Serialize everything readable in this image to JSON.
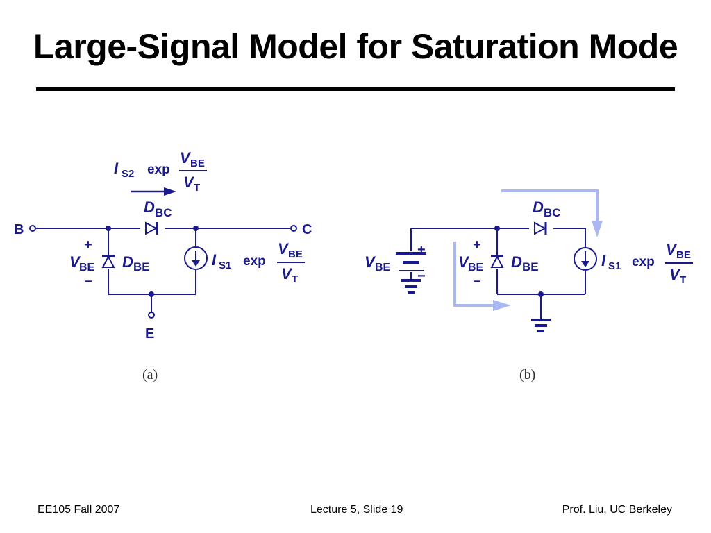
{
  "slide": {
    "title": "Large-Signal Model for Saturation Mode"
  },
  "footer": {
    "left": "EE105 Fall 2007",
    "center": "Lecture 5, Slide 19",
    "right": "Prof. Liu, UC Berkeley"
  },
  "circuit_a": {
    "node_b": "B",
    "node_c": "C",
    "node_e": "E",
    "is2_sym": "I",
    "is2_sub": "S2",
    "exp_text": "exp",
    "vbe_num": "V",
    "vbe_num_sub": "BE",
    "vt_den": "V",
    "vt_den_sub": "T",
    "dbc_sym": "D",
    "dbc_sub": "BC",
    "dbe_sym": "D",
    "dbe_sub": "BE",
    "vbe_sym": "V",
    "vbe_sub": "BE",
    "plus": "+",
    "minus": "−",
    "is1_sym": "I",
    "is1_sub": "S1",
    "exp2_text": "exp",
    "vbe2_num": "V",
    "vbe2_num_sub": "BE",
    "vt2_den": "V",
    "vt2_den_sub": "T",
    "caption": "(a)"
  },
  "circuit_b": {
    "src_sym": "V",
    "src_sub": "BE",
    "src_plus": "+",
    "src_minus": "−",
    "dbc_sym": "D",
    "dbc_sub": "BC",
    "vbe_sym": "V",
    "vbe_sub": "BE",
    "plus": "+",
    "minus": "−",
    "dbe_sym": "D",
    "dbe_sub": "BE",
    "is1_sym": "I",
    "is1_sub": "S1",
    "exp_text": "exp",
    "vbe_num": "V",
    "vbe_num_sub": "BE",
    "vt_den": "V",
    "vt_den_sub": "T",
    "caption": "(b)"
  },
  "colors": {
    "wire": "#1a1a8c",
    "flow_arrow": "#a9b8f0"
  }
}
